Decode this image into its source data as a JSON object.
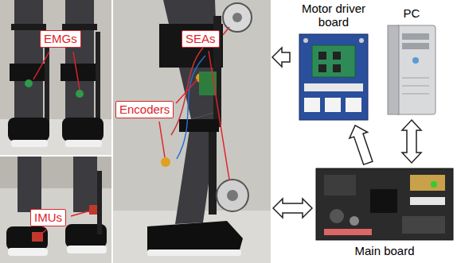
{
  "diagram": {
    "nodes": [
      {
        "text": [
          "EMGs"
        ]
      },
      {
        "text": [
          "SEAs"
        ]
      },
      {
        "text": [
          "Encoders"
        ]
      },
      {
        "text": [
          "IMUs"
        ]
      },
      {
        "text": [
          "Motor driver board"
        ]
      },
      {
        "text": [
          "PC"
        ]
      },
      {
        "text": [
          "Main board"
        ]
      }
    ],
    "edges": [
      {
        "from": 6,
        "to": 4,
        "arrow": "to"
      },
      {
        "from": 5,
        "to": 6,
        "arrow": "both"
      }
    ]
  }
}
